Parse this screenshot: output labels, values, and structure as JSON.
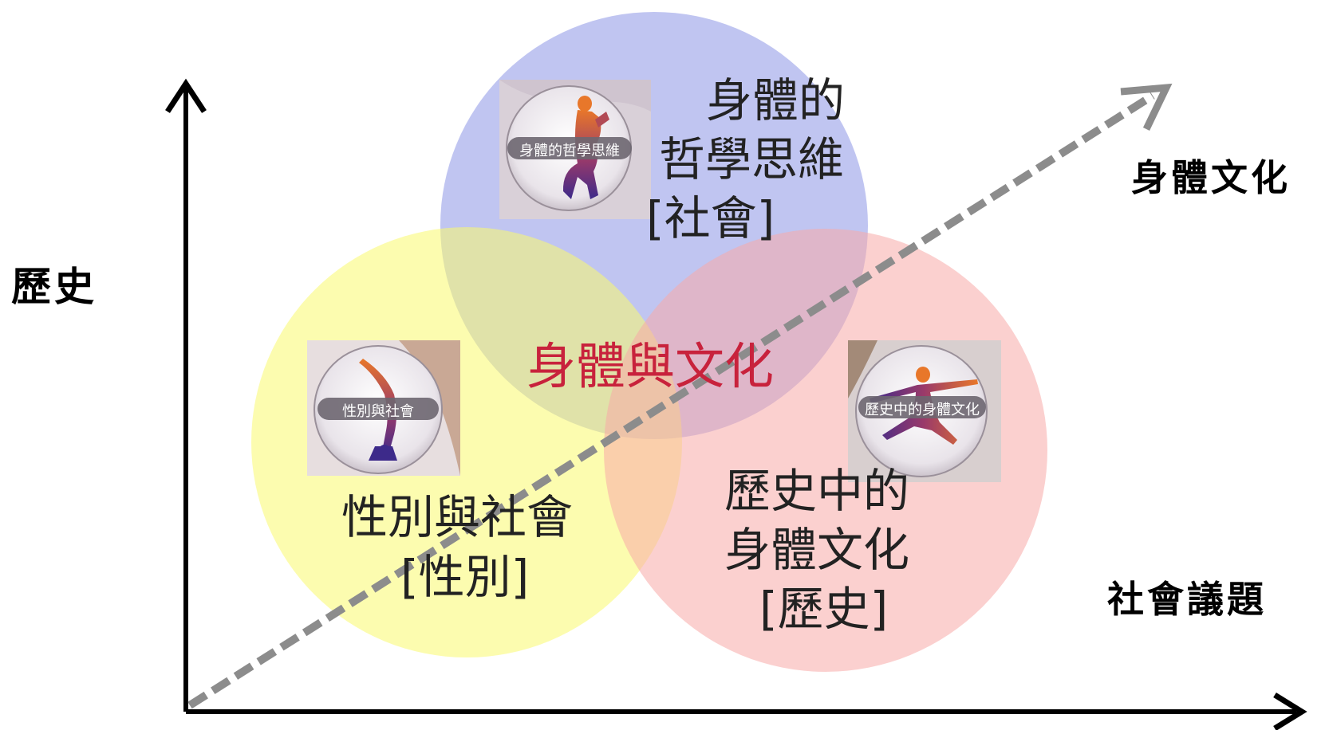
{
  "axes": {
    "vertical_label": "歷史",
    "horizontal_label": "社會議題",
    "diagonal_label": "身體文化"
  },
  "center_label": "身體與文化",
  "circles": {
    "top": {
      "title_line1": "身體的",
      "title_line2": "哲學思維",
      "tag": "[社會]",
      "badge_text": "身體的哲學思維",
      "color": "#8c96e6",
      "icon": "crouching-silhouette-icon"
    },
    "left": {
      "title": "性別與社會",
      "tag": "[性別]",
      "badge_text": "性別與社會",
      "color": "#fafa6e",
      "icon": "handstand-silhouette-icon"
    },
    "right": {
      "title_line1": "歷史中的",
      "title_line2": "身體文化",
      "tag": "[歷史]",
      "badge_text": "歷史中的身體文化",
      "color": "#f7aaa8",
      "icon": "warrior-pose-silhouette-icon"
    }
  }
}
